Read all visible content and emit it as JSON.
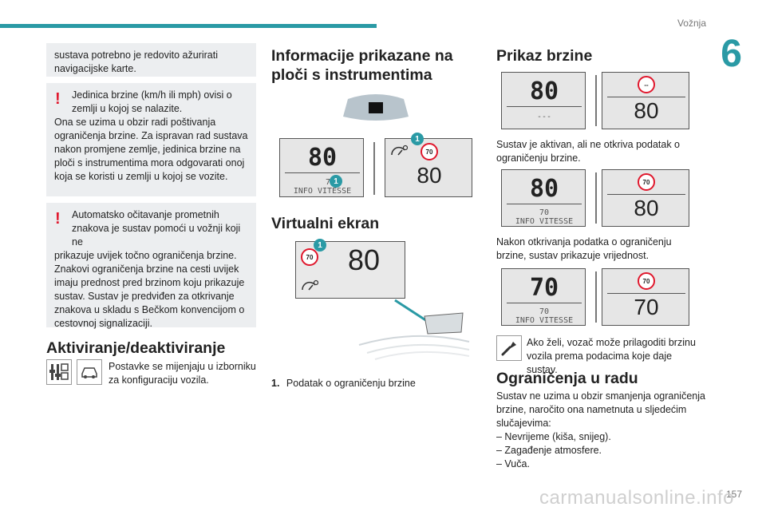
{
  "header": {
    "section": "Vožnja",
    "chapter": "6",
    "page": "157"
  },
  "watermark": "carmanualsonline.info",
  "col1": {
    "box1": "sustava potrebno je redovito ažurirati navigacijske karte.",
    "box2_l1": "Jedinica brzine (km/h ili mph) ovisi o",
    "box2_l2": "zemlji u kojoj se nalazite.",
    "box2_rest": "Ona se uzima u obzir radi poštivanja ograničenja brzine. Za ispravan rad sustava nakon promjene zemlje, jedinica brzine na ploči s instrumentima mora odgovarati onoj koja se koristi u zemlji u kojoj se vozite.",
    "box3_l1": "Automatsko očitavanje prometnih",
    "box3_l2": "znakova je sustav pomoći u vožnji koji ne",
    "box3_rest": "prikazuje uvijek točno ograničenja brzine. Znakovi ograničenja brzine na cesti uvijek imaju prednost pred brzinom koju prikazuje sustav. Sustav je predviđen za otkrivanje znakova u skladu s Bečkom konvencijom o cestovnoj signalizaciji.",
    "heading": "Aktiviranje/deaktiviranje",
    "activ_text": "Postavke se mijenjaju u izborniku za konfiguraciju vozila."
  },
  "col2": {
    "heading1_l1": "Informacije prikazane na",
    "heading1_l2": "ploči s instrumentima",
    "panel_big": "80",
    "panel_small_speed": "70",
    "panel_small_text": "INFO VITESSE",
    "panel_right_sign": "70",
    "panel_right_val": "80",
    "badge": "1",
    "heading2": "Virtualni ekran",
    "hud_sign": "70",
    "hud_val": "80",
    "legend_num": "1.",
    "legend_text": "Podatak o ograničenju brzine"
  },
  "col3": {
    "heading1": "Prikaz brzine",
    "p1_big": "80",
    "p1_small": "---",
    "p1_sign": "--",
    "p1_val": "80",
    "caption1": "Sustav je aktivan, ali ne otkriva podatak o ograničenju brzine.",
    "p2_big": "80",
    "p2_small_speed": "70",
    "p2_small_text": "INFO VITESSE",
    "p2_sign": "70",
    "p2_val": "80",
    "caption2": "Nakon otkrivanja podatka o ograničenju brzine, sustav prikazuje vrijednost.",
    "p3_big": "70",
    "p3_small_speed": "70",
    "p3_small_text": "INFO VITESSE",
    "p3_sign": "70",
    "p3_val": "70",
    "tip_l1": "Ako želi, vozač može prilagoditi brzinu",
    "tip_l2": "vozila prema podacima koje daje sustav.",
    "heading2": "Ograničenja u radu",
    "limits_intro": "Sustav ne uzima u obzir smanjenja ograničenja brzine, naročito ona nametnuta u sljedećim slučajevima:",
    "limits": [
      "– Nevrijeme (kiša, snijeg).",
      "– Zagađenje atmosfere.",
      "– Vuča."
    ]
  },
  "colors": {
    "accent": "#2a9aa5",
    "warning": "#e0182d",
    "box_bg": "#eceef0"
  }
}
